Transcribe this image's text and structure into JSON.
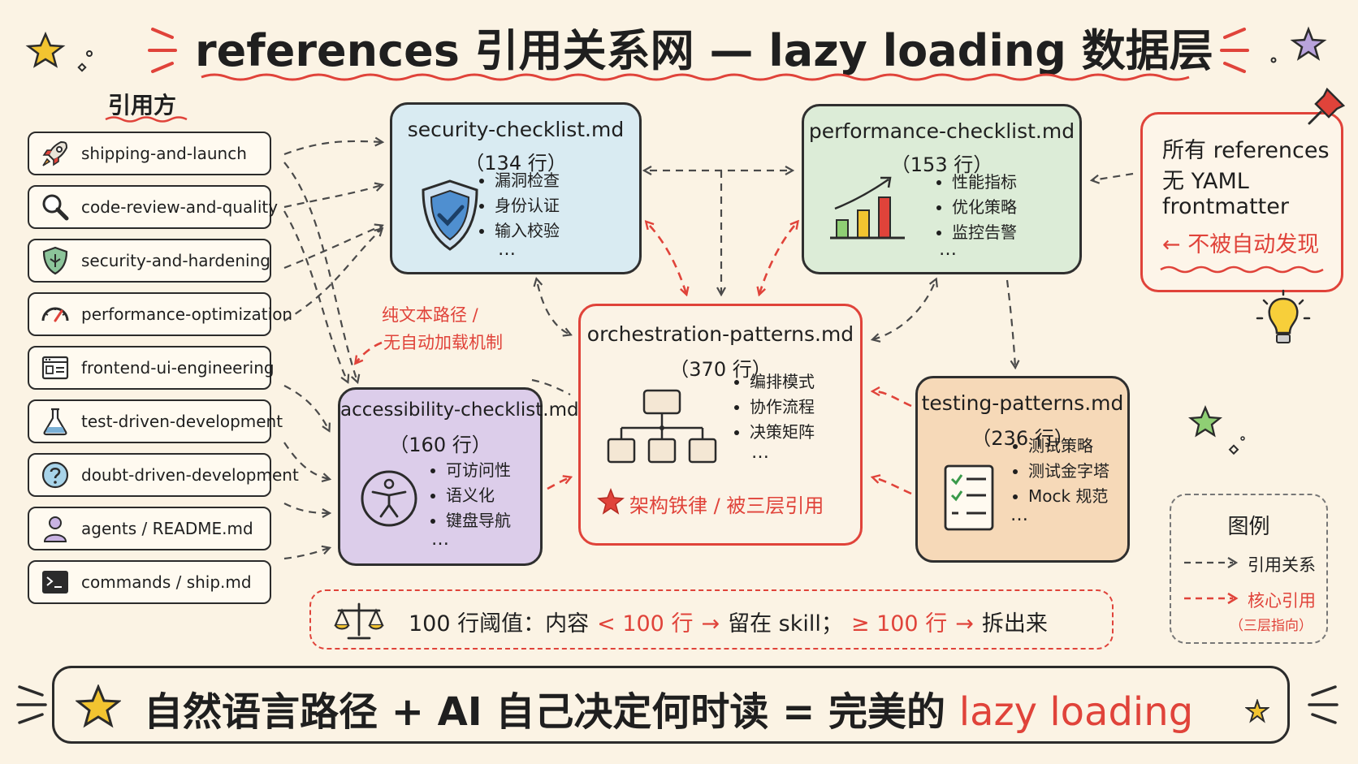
{
  "title": "references 引用关系网 — lazy loading 数据层",
  "referrers_label": "引用方",
  "referrers": [
    {
      "label": "shipping-and-launch",
      "icon": "rocket-icon"
    },
    {
      "label": "code-review-and-quality",
      "icon": "magnifier-icon"
    },
    {
      "label": "security-and-hardening",
      "icon": "shield-icon"
    },
    {
      "label": "performance-optimization",
      "icon": "gauge-icon"
    },
    {
      "label": "frontend-ui-engineering",
      "icon": "browser-window-icon"
    },
    {
      "label": "test-driven-development",
      "icon": "flask-icon"
    },
    {
      "label": "doubt-driven-development",
      "icon": "question-icon"
    },
    {
      "label": "agents / README.md",
      "icon": "person-icon"
    },
    {
      "label": "commands / ship.md",
      "icon": "terminal-icon"
    }
  ],
  "nodes": {
    "security": {
      "name": "security-checklist.md",
      "lines": "（134 行）",
      "items": [
        "漏洞检查",
        "身份认证",
        "输入校验"
      ],
      "more": "…"
    },
    "performance": {
      "name": "performance-checklist.md",
      "lines": "（153 行）",
      "items": [
        "性能指标",
        "优化策略",
        "监控告警"
      ],
      "more": "…"
    },
    "orchestration": {
      "name": "orchestration-patterns.md",
      "lines": "（370 行）",
      "items": [
        "编排模式",
        "协作流程",
        "决策矩阵"
      ],
      "more": "…",
      "badge": "架构铁律 / 被三层引用"
    },
    "accessibility": {
      "name": "accessibility-checklist.md",
      "lines": "（160 行）",
      "items": [
        "可访问性",
        "语义化",
        "键盘导航"
      ],
      "more": "…"
    },
    "testing": {
      "name": "testing-patterns.md",
      "lines": "（236 行）",
      "items": [
        "测试策略",
        "测试金字塔",
        "Mock 规范"
      ],
      "more": "…"
    }
  },
  "annotation": {
    "line1": "纯文本路径 /",
    "line2": "无自动加载机制"
  },
  "note": {
    "line1": "所有 references",
    "line2": "无 YAML",
    "line3": "frontmatter",
    "line4": "← 不被自动发现"
  },
  "threshold": {
    "text": "100 行阈值：内容",
    "lt": "< 100 行",
    "a1": "→",
    "stay": "留在 skill；",
    "ge": "≥ 100 行",
    "a2": "→",
    "split": "拆出来"
  },
  "legend": {
    "title": "图例",
    "ref": "引用关系",
    "core": "核心引用",
    "core_note": "（三层指向）"
  },
  "bottom": {
    "text": "自然语言路径 + AI 自己决定何时读 = 完美的",
    "highlight": "lazy loading"
  },
  "colors": {
    "accent": "#e0433a",
    "ink": "#2b2b2b",
    "paper": "#fbf3e4",
    "security": "#d9ebf2",
    "performance": "#dcecd7",
    "accessibility": "#dccdea",
    "testing": "#f6d9b8"
  }
}
